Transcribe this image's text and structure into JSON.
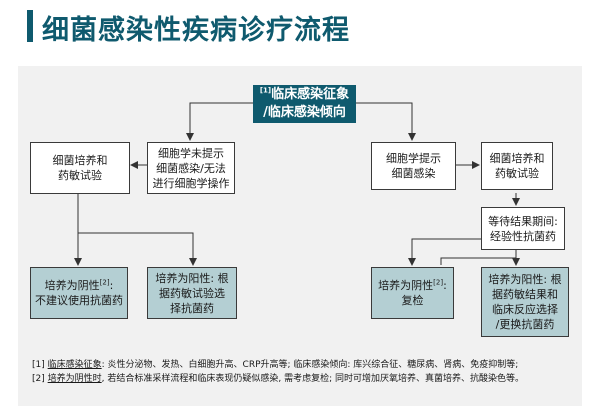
{
  "title": "细菌感染性疾病诊疗流程",
  "nodes": {
    "start_ref": "[1]",
    "start_a": "临床感染征象",
    "start_b": "/临床感染倾向",
    "left_culture": "细菌培养和\n药敏试验",
    "left_cyto": "细胞学未提示\n细菌感染/无法\n进行细胞学操作",
    "left_neg_a": "培养为阴性",
    "left_neg_ref": "[2]",
    "left_neg_b": ":\n不建议使用抗菌药",
    "left_pos": "培养为阳性: 根\n据药敏试验选\n择抗菌药",
    "right_cyto": "细胞学提示\n细菌感染",
    "right_culture": "细菌培养和\n药敏试验",
    "right_wait": "等待结果期间:\n经验性抗菌药",
    "right_neg_a": "培养为阴性",
    "right_neg_ref": "[2]",
    "right_neg_b": ":\n复检",
    "right_pos": "培养为阳性: 根\n据药敏结果和\n临床反应选择\n/更换抗菌药"
  },
  "notes": [
    {
      "ref": "[1]",
      "term": "临床感染征象",
      "text": ": 炎性分泌物、发热、白细胞升高、CRP升高等; 临床感染倾向: 库兴综合征、糖尿病、肾病、免疫抑制等;"
    },
    {
      "ref": "[2]",
      "term": "培养为阴性时",
      "text": ", 若结合标准采样流程和临床表现仍疑似感染, 需考虑复检; 同时可增加厌氧培养、真菌培养、抗酸染色等。"
    }
  ],
  "colors": {
    "primary": "#0f5a6e",
    "teal_fill": "#b4cfd3",
    "panel": "#f1f1f1"
  }
}
